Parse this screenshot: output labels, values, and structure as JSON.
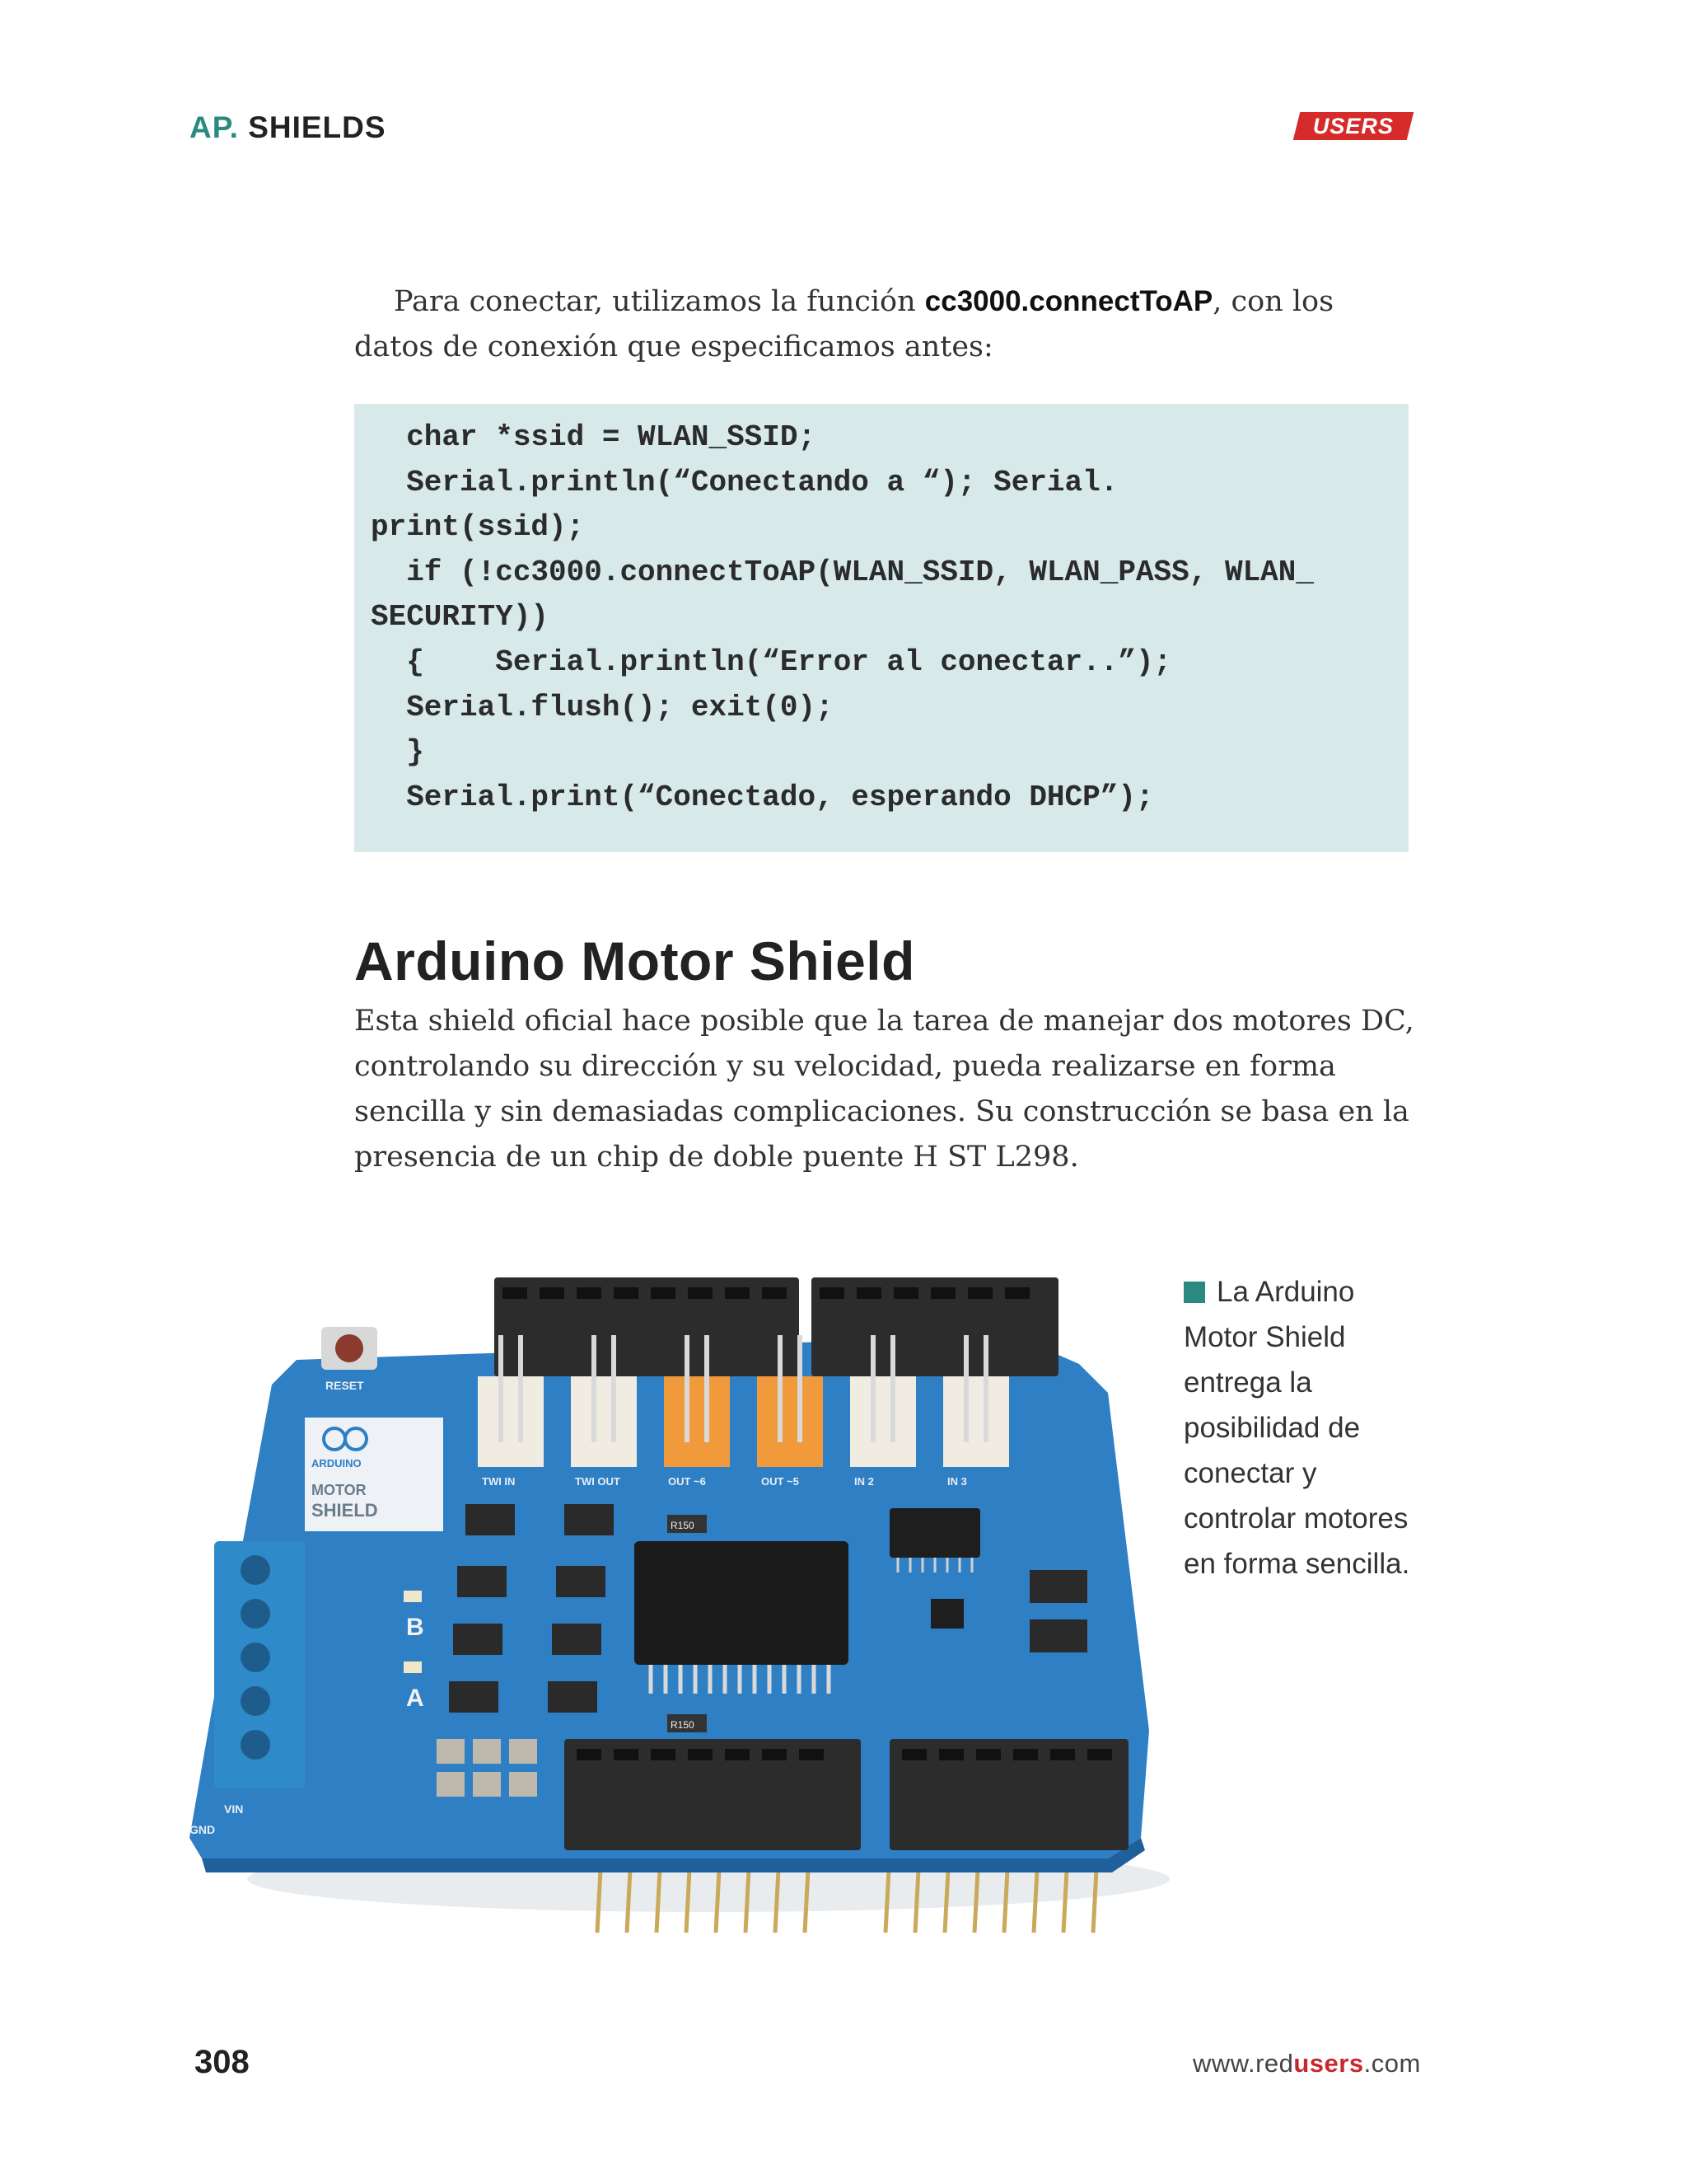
{
  "header": {
    "chapter_prefix": "AP.",
    "chapter_title": "SHIELDS",
    "logo_text": "USERS"
  },
  "intro": {
    "text_before": "Para conectar, utilizamos la función ",
    "function_name": "cc3000.connectToAP",
    "text_after": ", con los datos de conexión que especificamos antes:"
  },
  "code_lines": [
    "  char *ssid = WLAN_SSID;",
    "  Serial.println(“Conectando a “); Serial.",
    "print(ssid);",
    "  if (!cc3000.connectToAP(WLAN_SSID, WLAN_PASS, WLAN_",
    "SECURITY))",
    "  {    Serial.println(“Error al conectar..”);",
    "  Serial.flush(); exit(0);",
    "  }",
    "  Serial.print(“Conectado, esperando DHCP”);"
  ],
  "section": {
    "heading": "Arduino Motor Shield",
    "paragraph": "Esta shield oficial hace posible que la tarea de manejar dos motores DC, controlando su dirección y su velocidad, pueda realizarse en forma sencilla y sin demasiadas complicaciones. Su construcción se basa en la presencia de un chip de doble puente H ST L298."
  },
  "figure": {
    "caption": "La Arduino Motor Shield entrega la posibilidad de conectar y controlar motores en forma sencilla.",
    "board_labels": {
      "reset": "RESET",
      "brand": "ARDUINO",
      "product_line1": "MOTOR",
      "product_line2": "SHIELD",
      "channel_b": "B",
      "channel_a": "A",
      "vin": "VIN",
      "gnd": "GND",
      "con1": "TWI  IN",
      "con2": "TWI  OUT",
      "con3": "OUT  ~6",
      "con4": "OUT  ~5",
      "con5": "IN   2",
      "con6": "IN   3",
      "chip_r1": "R150",
      "chip_r2": "R150"
    },
    "colors": {
      "board": "#2f7fc4",
      "board_dark": "#1f5f9a",
      "header": "#2c2c2c",
      "connector_white": "#f1ece2",
      "connector_orange": "#f19a3c",
      "terminal": "#2f8ac9",
      "pins": "#c9a95a"
    }
  },
  "footer": {
    "page_number": "308",
    "site_prefix": "www.red",
    "site_brand": "users",
    "site_suffix": ".com"
  }
}
